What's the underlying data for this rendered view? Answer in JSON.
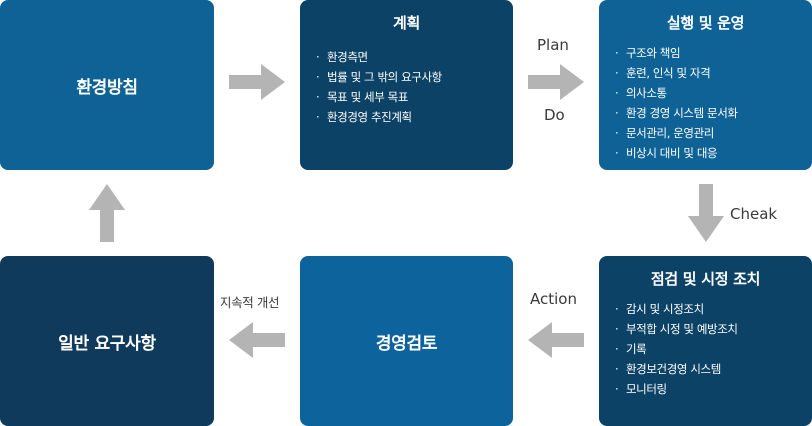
{
  "boxes": {
    "policy": {
      "title": "환경방침"
    },
    "plan": {
      "title": "계획",
      "items": [
        "환경측면",
        "법률 및 그 밖의 요구사항",
        "목표 및 세부 목표",
        "환경경영 추진계획"
      ]
    },
    "do": {
      "title": "실행 및 운영",
      "items": [
        "구조와 책임",
        "훈련, 인식 및 자격",
        "의사소통",
        "환경 경영 시스템 문서화",
        "문서관리, 운영관리",
        "비상시 대비 및 대응"
      ]
    },
    "check": {
      "title": "점검 및 시정 조치",
      "items": [
        "감시 및 시정조치",
        "부적합 시정 및 예방조치",
        "기록",
        "환경보건경영 시스템",
        "모니터링"
      ]
    },
    "review": {
      "title": "경영검토"
    },
    "requirements": {
      "title": "일반 요구사항"
    }
  },
  "labels": {
    "plan": "Plan",
    "do": "Do",
    "cheak": "Cheak",
    "action": "Action",
    "continuous": "지속적 개선"
  },
  "colors": {
    "box_mid": "#0f6296",
    "box_dark": "#0c4265",
    "box_navy": "#0f3a5c",
    "arrow": "#b4b4b4"
  }
}
